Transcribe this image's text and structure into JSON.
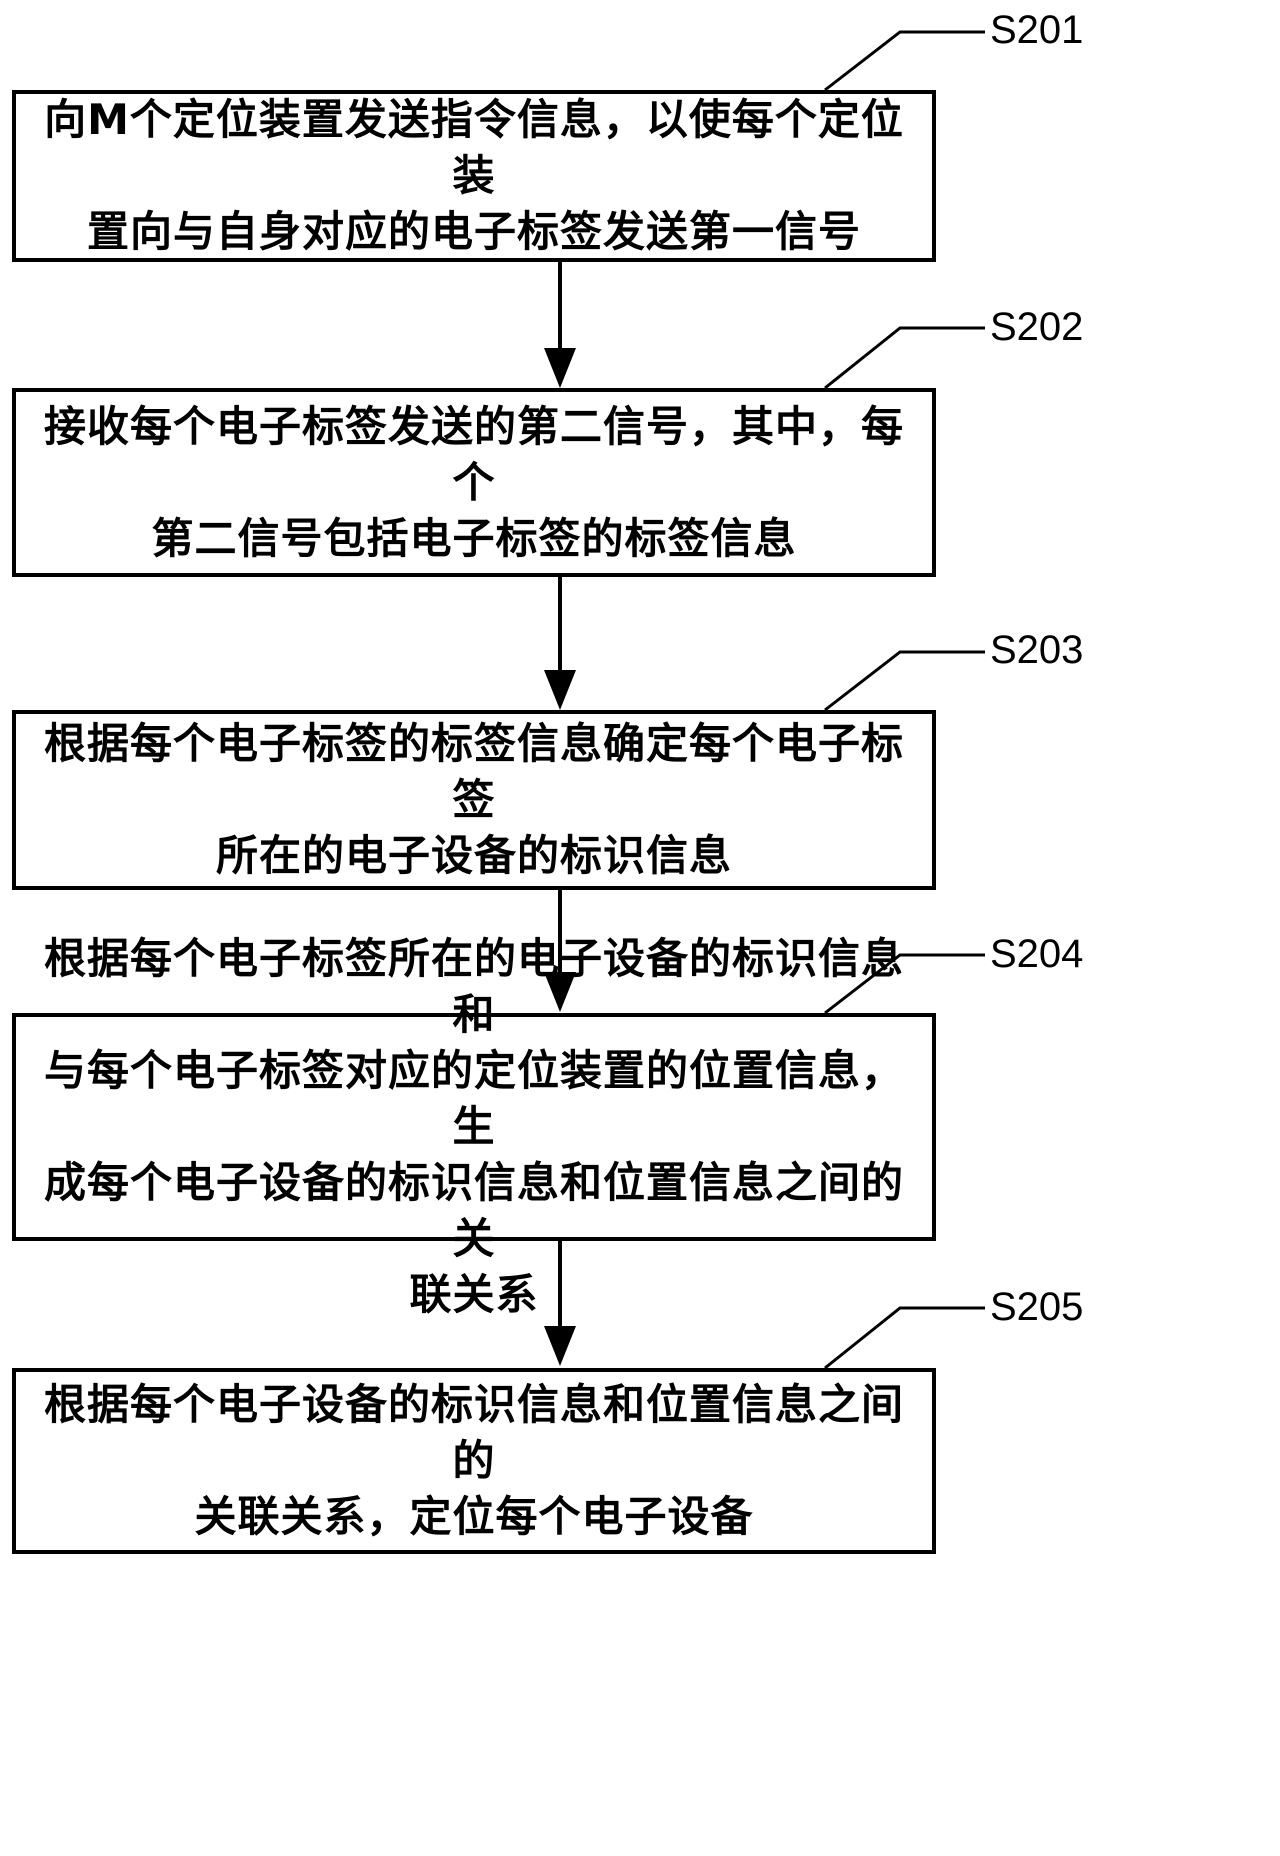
{
  "flowchart": {
    "steps": [
      {
        "label": "S201",
        "text": "向M个定位装置发送指令信息，以使每个定位装\n置向与自身对应的电子标签发送第一信号"
      },
      {
        "label": "S202",
        "text": "接收每个电子标签发送的第二信号，其中，每个\n第二信号包括电子标签的标签信息"
      },
      {
        "label": "S203",
        "text": "根据每个电子标签的标签信息确定每个电子标签\n所在的电子设备的标识信息"
      },
      {
        "label": "S204",
        "text": "根据每个电子标签所在的电子设备的标识信息和\n与每个电子标签对应的定位装置的位置信息，生\n成每个电子设备的标识信息和位置信息之间的关\n联关系"
      },
      {
        "label": "S205",
        "text": "根据每个电子设备的标识信息和位置信息之间的\n关联关系，定位每个电子设备"
      }
    ],
    "colors": {
      "stroke": "#000000",
      "background": "#ffffff"
    }
  }
}
